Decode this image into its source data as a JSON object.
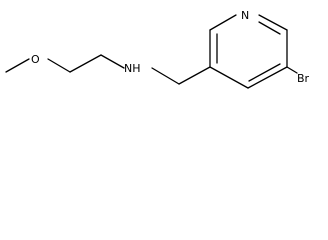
{
  "molecule": {
    "atoms": {
      "methyl": "",
      "oxygen": "O",
      "amine": "NH",
      "pyridine_nitrogen": "N",
      "bromine": "Br"
    }
  }
}
